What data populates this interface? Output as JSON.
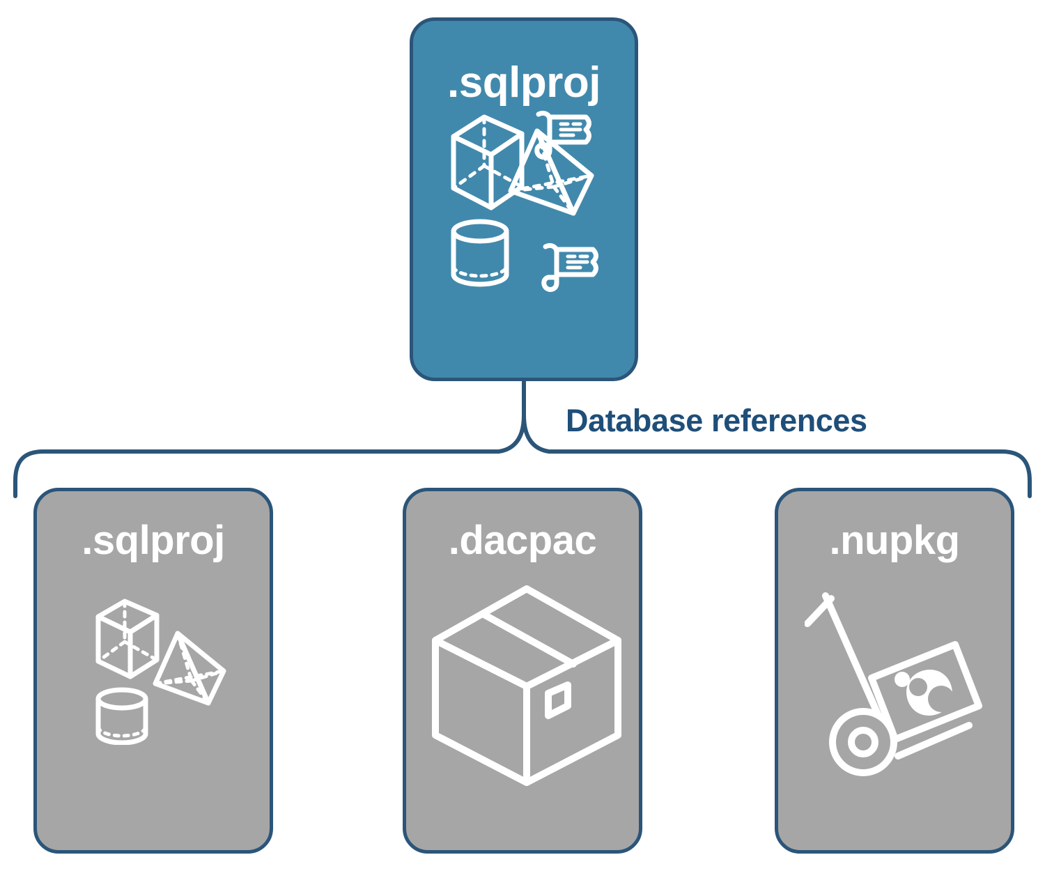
{
  "diagram": {
    "title_text": "Database references",
    "colors": {
      "card_primary_fill": "#4189ac",
      "card_secondary_fill": "#a6a6a6",
      "card_border": "#2b5579",
      "label_text": "#1f4e79",
      "icon_stroke": "#ffffff",
      "background": "#ffffff"
    }
  },
  "root_node": {
    "label": ".sqlproj",
    "fill_kind": "blue",
    "icons": [
      {
        "name": "cube-icon",
        "label": "Cube"
      },
      {
        "name": "pyramid-icon",
        "label": "Pyramid"
      },
      {
        "name": "cylinder-icon",
        "label": "Cylinder"
      },
      {
        "name": "scroll-icon-top",
        "label": "Script scroll"
      },
      {
        "name": "scroll-icon-bottom",
        "label": "Script scroll"
      }
    ]
  },
  "connector": {
    "label": "Database references",
    "style": "curly-brace",
    "direction": "one-to-many"
  },
  "reference_nodes": [
    {
      "label": ".sqlproj",
      "fill_kind": "gray",
      "icons": [
        {
          "name": "cube-icon",
          "label": "Cube"
        },
        {
          "name": "pyramid-icon",
          "label": "Pyramid"
        },
        {
          "name": "cylinder-icon",
          "label": "Cylinder"
        }
      ]
    },
    {
      "label": ".dacpac",
      "fill_kind": "gray",
      "icons": [
        {
          "name": "package-box-icon",
          "label": "Shipping box"
        }
      ]
    },
    {
      "label": ".nupkg",
      "fill_kind": "gray",
      "icons": [
        {
          "name": "hand-truck-package-icon",
          "label": "Hand truck with NuGet package"
        }
      ]
    }
  ]
}
